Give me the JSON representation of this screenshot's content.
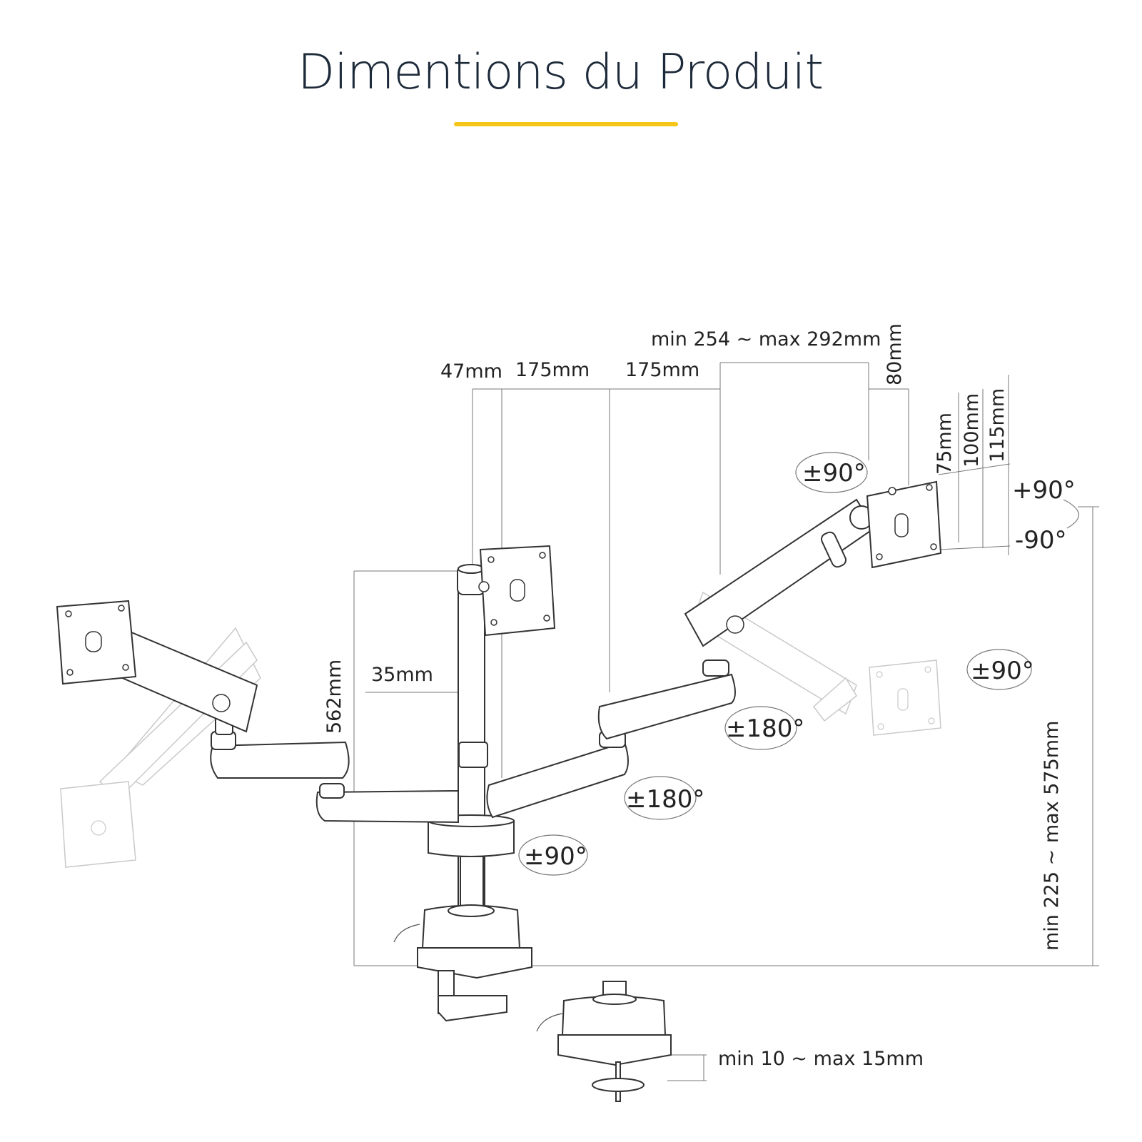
{
  "page": {
    "title": "Dimentions du Produit",
    "accent_color": "#f5c518"
  },
  "dimensions": {
    "arm_reach": "min 254 ~ max 292mm",
    "offset_47": "47mm",
    "segment_1": "175mm",
    "segment_2": "175mm",
    "plate_80": "80mm",
    "vesa_75": "75mm",
    "vesa_100": "100mm",
    "plate_115": "115mm",
    "pole_height": "562mm",
    "pole_diameter": "35mm",
    "height_range": "min 225 ~ max 575mm",
    "desk_thickness": "min 10 ~ max 15mm"
  },
  "rotations": {
    "swivel_top": "±90°",
    "tilt_up": "+90°",
    "tilt_down": "-90°",
    "swivel_right": "±90°",
    "arm_180_right": "±180°",
    "arm_180_center": "±180°",
    "base_swivel": "±90°"
  }
}
